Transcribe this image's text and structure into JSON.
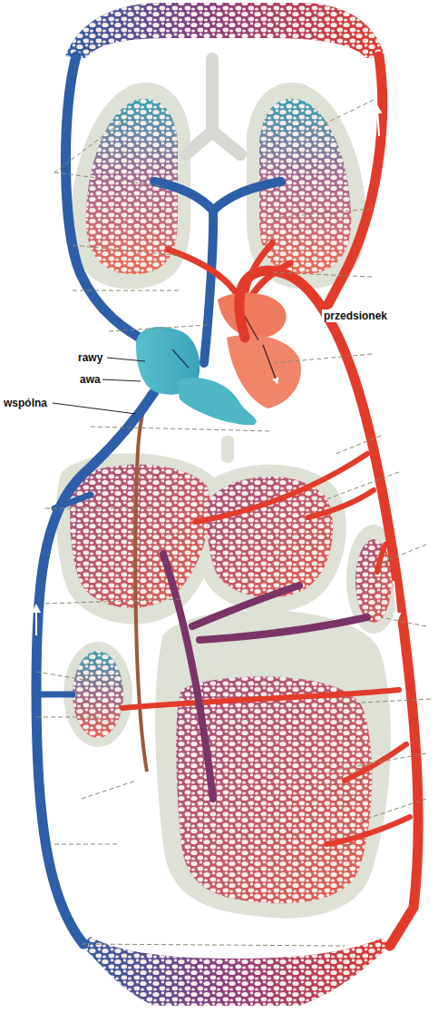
{
  "diagram": {
    "labels": [
      "przedsionek",
      "rawy",
      "awa",
      "wspólna"
    ]
  }
}
